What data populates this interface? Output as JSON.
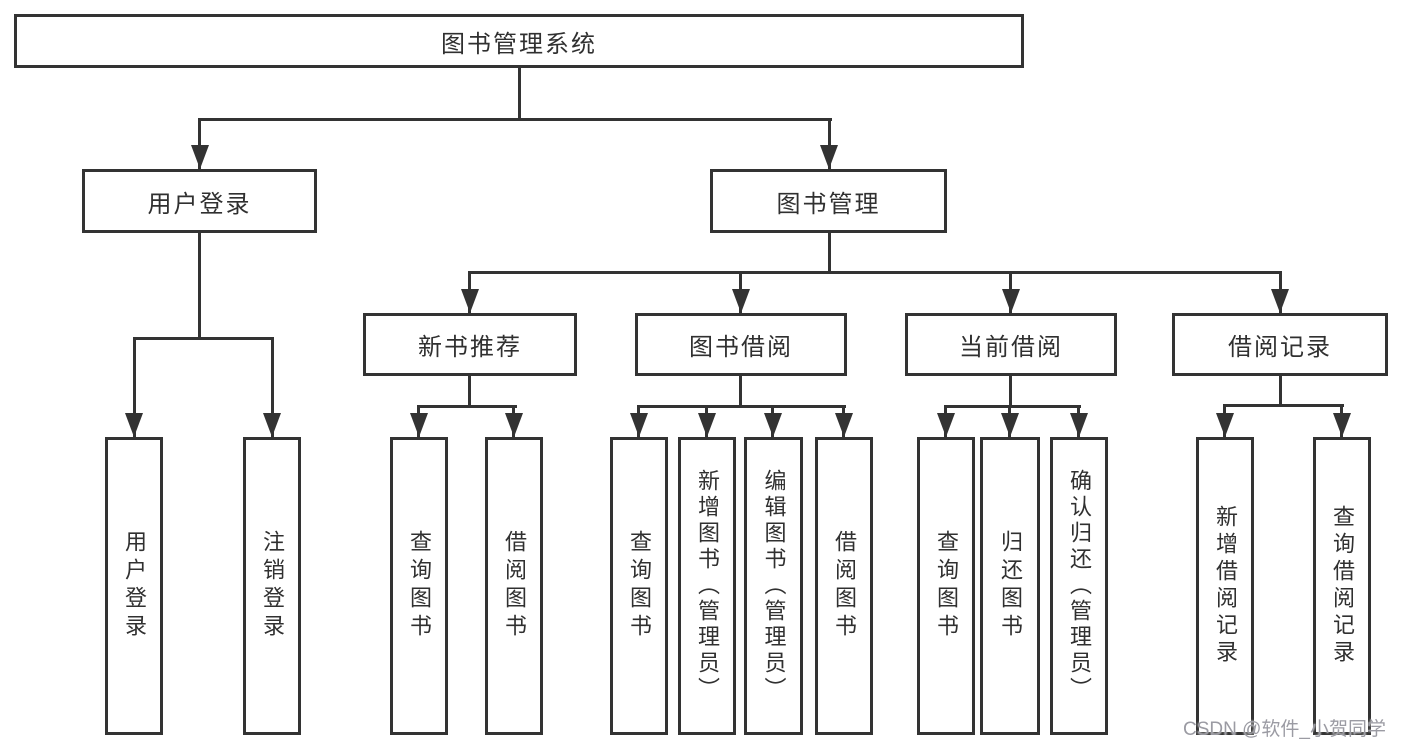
{
  "diagram": {
    "root": {
      "label": "图书管理系统"
    },
    "level2": [
      {
        "label": "用户登录"
      },
      {
        "label": "图书管理"
      }
    ],
    "level3": [
      {
        "label": "新书推荐"
      },
      {
        "label": "图书借阅"
      },
      {
        "label": "当前借阅"
      },
      {
        "label": "借阅记录"
      }
    ],
    "leaves": [
      {
        "label": "用户登录"
      },
      {
        "label": "注销登录"
      },
      {
        "label": "查询图书"
      },
      {
        "label": "借阅图书"
      },
      {
        "label": "查询图书"
      },
      {
        "label": "新增图书（管理员）"
      },
      {
        "label": "编辑图书（管理员）"
      },
      {
        "label": "借阅图书"
      },
      {
        "label": "查询图书"
      },
      {
        "label": "归还图书"
      },
      {
        "label": "确认归还（管理员）"
      },
      {
        "label": "新增借阅记录"
      },
      {
        "label": "查询借阅记录"
      }
    ],
    "watermark": "CSDN @软件_小贺同学",
    "colors": {
      "line": "#333333",
      "box_border": "#333333",
      "text": "#303030",
      "watermark": "#9b9ba3",
      "background": "#ffffff"
    }
  }
}
